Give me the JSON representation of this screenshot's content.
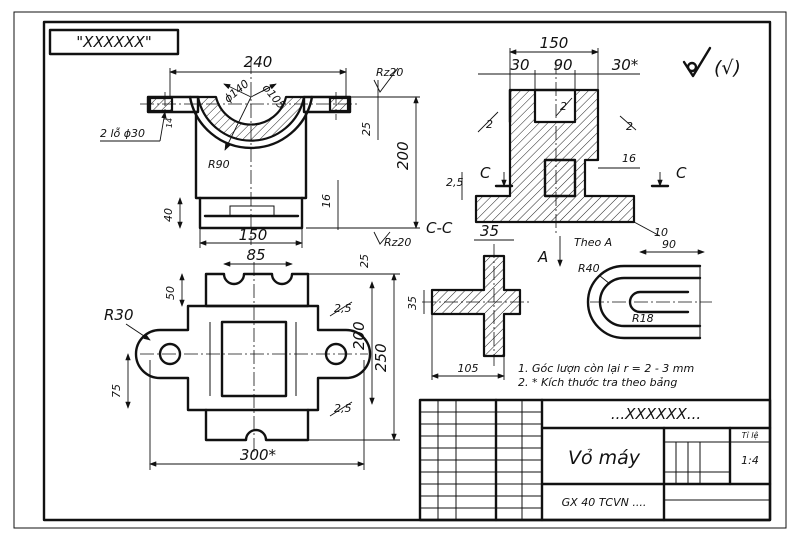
{
  "stamp_text": "\"XXXXXX\"",
  "top_view": {
    "dim_width": "240",
    "dim_holes": "2 lỗ ϕ30",
    "dim_inner_dia": "ϕ140",
    "dim_outer_dia": "ϕ105",
    "dim_radius": "R90",
    "dim_height_total": "200",
    "dim_height_top": "25",
    "dim_flange": "14",
    "dim_base_height": "40",
    "dim_base_step": "16",
    "dim_base_width": "150",
    "roughness_top": "Rz20",
    "roughness_bottom": "Rz20"
  },
  "section_view": {
    "dim_width": "150",
    "dim_left": "30",
    "dim_mid": "90",
    "dim_right": "30*",
    "dim_wall_left": "2",
    "dim_wall_mid": "2",
    "dim_wall_right": "2",
    "dim_chamfer": "2,5",
    "dim_step": "16",
    "dim_base": "10",
    "cut_left": "C",
    "cut_right": "C",
    "roughness_symbol": "(√)"
  },
  "section_cc": {
    "label": "C-C",
    "dim_top": "35",
    "dim_side": "35",
    "dim_width": "105"
  },
  "view_a": {
    "arrow_label": "A",
    "title": "Theo A",
    "dim_width": "90",
    "dim_outer_radius": "R40",
    "dim_inner_radius": "R18"
  },
  "plan_view": {
    "dim_slot": "85",
    "dim_top_depth": "50",
    "dim_ear_radius": "R30",
    "dim_hole_offset": "75",
    "dim_width_total": "300*",
    "dim_height_inner": "200",
    "dim_height_total": "250",
    "dim_edge_top": "25",
    "dim_fillet_top": "2,5",
    "dim_fillet_bottom": "2,5"
  },
  "notes": [
    "1. Góc lượn còn lại r = 2 - 3 mm",
    "2. * Kích thước tra theo bảng"
  ],
  "title_block": {
    "drawing_code": "...XXXXXX...",
    "part_name": "Vỏ máy",
    "standard": "GX 40 TCVN ....",
    "scale": "1:4",
    "scale_header": "Tỉ lệ"
  }
}
